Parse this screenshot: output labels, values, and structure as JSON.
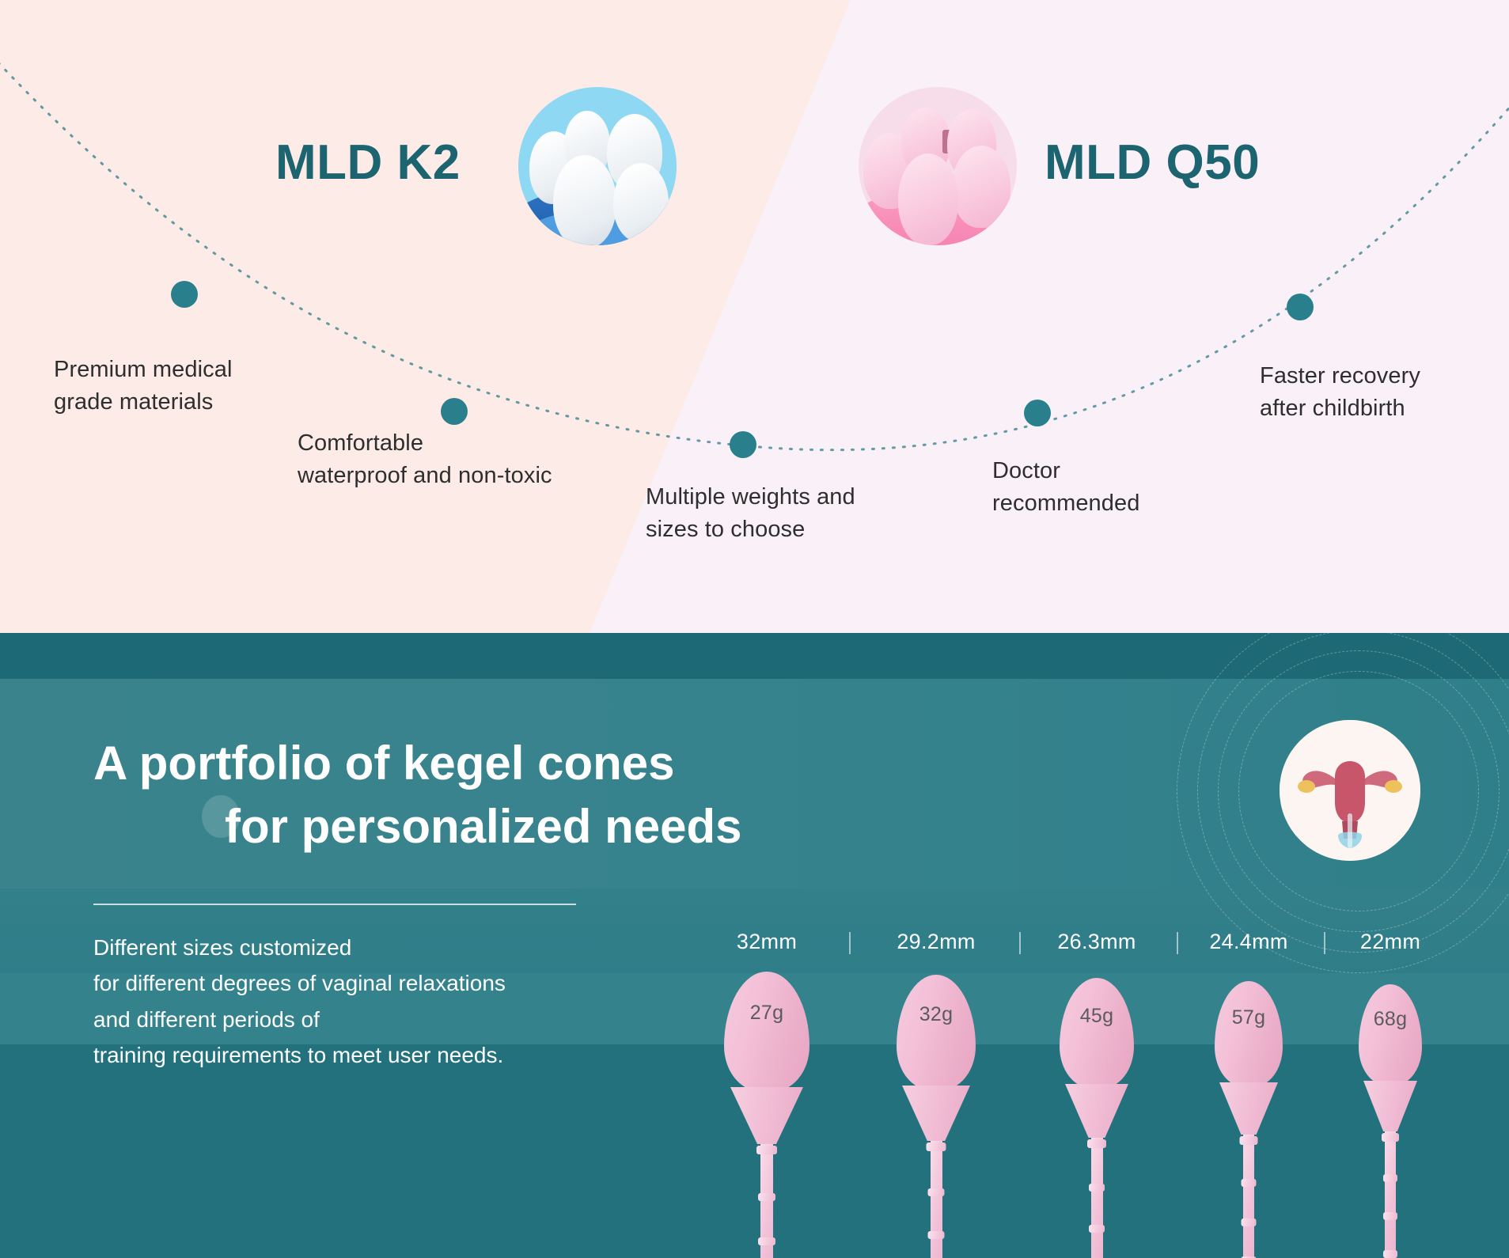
{
  "products": [
    {
      "name": "MLD K2",
      "image_alt": "white-kegel-cones-in-blue-case"
    },
    {
      "name": "MLD Q50",
      "image_alt": "pink-kegel-cones-in-pink-case"
    }
  ],
  "features": [
    {
      "label": "Premium medical\ngrade materials"
    },
    {
      "label": "Comfortable\nwaterproof and non-toxic"
    },
    {
      "label": "Multiple weights and\nsizes to choose"
    },
    {
      "label": "Doctor\nrecommended"
    },
    {
      "label": "Faster recovery\nafter childbirth"
    }
  ],
  "portfolio": {
    "heading_line1": "A portfolio of kegel cones",
    "heading_line2": "for personalized needs",
    "body": "Different sizes customized\nfor different degrees of vaginal relaxations\nand different periods of\ntraining requirements to meet user needs.",
    "anatomy_image_alt": "female-reproductive-anatomy-illustration"
  },
  "cones": [
    {
      "size": "32mm",
      "weight": "27g"
    },
    {
      "size": "29.2mm",
      "weight": "32g"
    },
    {
      "size": "26.3mm",
      "weight": "45g"
    },
    {
      "size": "24.4mm",
      "weight": "57g"
    },
    {
      "size": "22mm",
      "weight": "68g"
    }
  ],
  "colors": {
    "teal": "#2c7e88",
    "teal_dark": "#1d6a76",
    "teal_title": "#1b6470",
    "dot": "#2a7f8c",
    "bg_peach": "#fcebe6",
    "bg_lavender": "#faf1f8",
    "cone_pink": "#f0bbd3"
  }
}
